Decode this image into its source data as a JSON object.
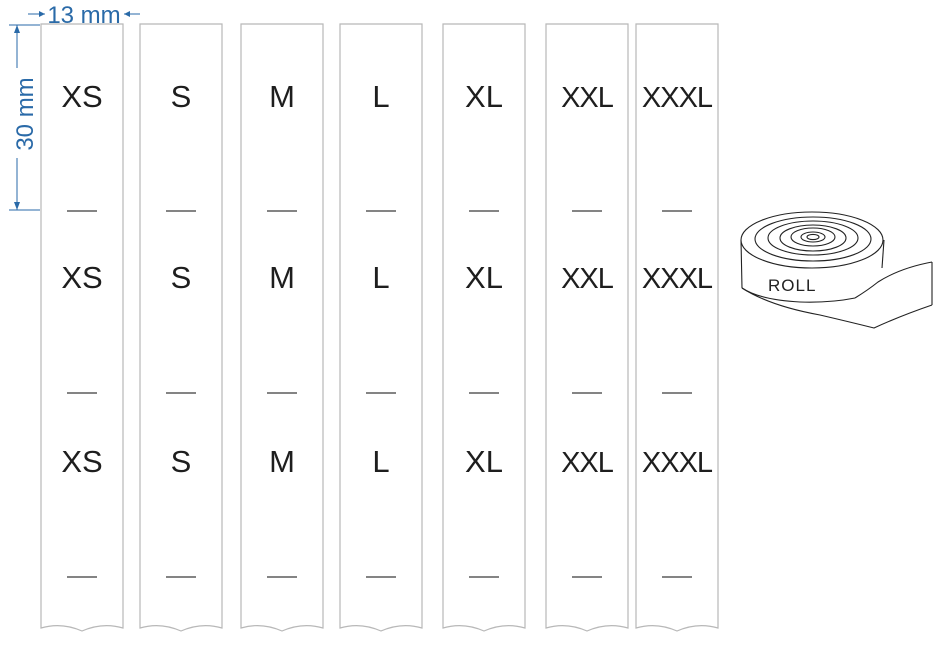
{
  "dimensions": {
    "width_label": "13 mm",
    "height_label": "30 mm"
  },
  "strips": [
    {
      "size": "XS"
    },
    {
      "size": "S"
    },
    {
      "size": "M"
    },
    {
      "size": "L"
    },
    {
      "size": "XL"
    },
    {
      "size": "XXL"
    },
    {
      "size": "XXXL"
    }
  ],
  "roll": {
    "label": "ROLL"
  },
  "colors": {
    "dimension": "#2a6aa8",
    "strip_outline": "#b8b8b8",
    "text": "#1e1e1e"
  }
}
